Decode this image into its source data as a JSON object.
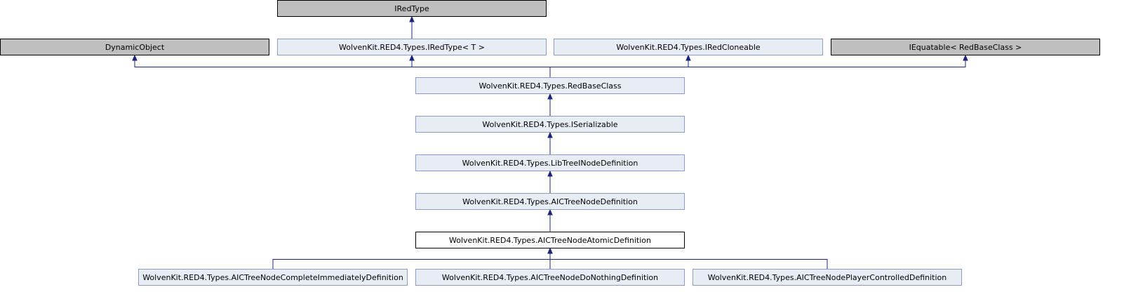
{
  "diagram": {
    "nodes": {
      "iredtype": {
        "label": "IRedType",
        "kind": "external"
      },
      "dynamic_object": {
        "label": "DynamicObject",
        "kind": "external"
      },
      "iredtype_t": {
        "label": "WolvenKit.RED4.Types.IRedType< T >",
        "kind": "linked"
      },
      "iredcloneable": {
        "label": "WolvenKit.RED4.Types.IRedCloneable",
        "kind": "linked"
      },
      "iequatable": {
        "label": "IEquatable< RedBaseClass >",
        "kind": "external"
      },
      "redbaseclass": {
        "label": "WolvenKit.RED4.Types.RedBaseClass",
        "kind": "linked"
      },
      "iserializable": {
        "label": "WolvenKit.RED4.Types.ISerializable",
        "kind": "linked"
      },
      "libtree": {
        "label": "WolvenKit.RED4.Types.LibTreeINodeDefinition",
        "kind": "linked"
      },
      "aictree": {
        "label": "WolvenKit.RED4.Types.AICTreeNodeDefinition",
        "kind": "linked"
      },
      "atomic": {
        "label": "WolvenKit.RED4.Types.AICTreeNodeAtomicDefinition",
        "kind": "current"
      },
      "complete": {
        "label": "WolvenKit.RED4.Types.AICTreeNodeCompleteImmediatelyDefinition",
        "kind": "linked"
      },
      "donothing": {
        "label": "WolvenKit.RED4.Types.AICTreeNodeDoNothingDefinition",
        "kind": "linked"
      },
      "player": {
        "label": "WolvenKit.RED4.Types.AICTreeNodePlayerControlledDefinition",
        "kind": "linked"
      }
    },
    "edges": [
      {
        "from": "iredtype_t",
        "to": "iredtype"
      },
      {
        "from": "redbaseclass",
        "to": "dynamic_object"
      },
      {
        "from": "redbaseclass",
        "to": "iredtype_t"
      },
      {
        "from": "redbaseclass",
        "to": "iredcloneable"
      },
      {
        "from": "redbaseclass",
        "to": "iequatable"
      },
      {
        "from": "iserializable",
        "to": "redbaseclass"
      },
      {
        "from": "libtree",
        "to": "iserializable"
      },
      {
        "from": "aictree",
        "to": "libtree"
      },
      {
        "from": "atomic",
        "to": "aictree"
      },
      {
        "from": "complete",
        "to": "atomic"
      },
      {
        "from": "donothing",
        "to": "atomic"
      },
      {
        "from": "player",
        "to": "atomic"
      }
    ]
  }
}
